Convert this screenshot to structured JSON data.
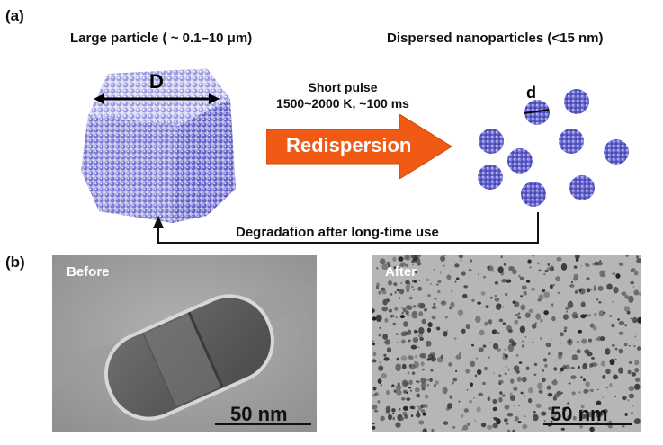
{
  "panel_a": {
    "label": "(a)",
    "large_particle_title": "Large particle ( ~ 0.1–10 μm)",
    "nanoparticles_title": "Dispersed nanoparticles (<15 nm)",
    "large_dimension_label": "D",
    "small_dimension_label": "d",
    "pulse_line1": "Short pulse",
    "pulse_line2": "1500~2000 K, ~100 ms",
    "redispersion_label": "Redispersion",
    "degradation_label": "Degradation after long-time use",
    "colors": {
      "particle": "#6f6fd0",
      "arrow": "#f05a14"
    }
  },
  "panel_b": {
    "label": "(b)",
    "before_label": "Before",
    "after_label": "After",
    "scale_left": "50 nm",
    "scale_right": "50 nm"
  }
}
